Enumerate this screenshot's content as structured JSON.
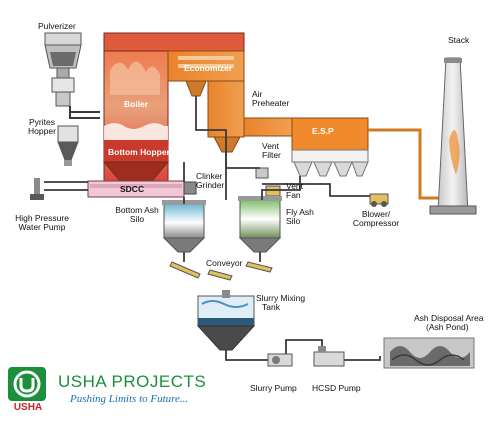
{
  "labels": {
    "pulverizer": "Pulverizer",
    "pyrites_hopper_1": "Pyrites",
    "pyrites_hopper_2": "Hopper",
    "boiler": "Boiler",
    "bottom_hopper": "Bottom Hopper",
    "economizer": "Economizer",
    "air_preheater_1": "Air",
    "air_preheater_2": "Preheater",
    "esp": "E.S.P",
    "stack": "Stack",
    "vent_filter_1": "Vent",
    "vent_filter_2": "Filter",
    "vent_fan_1": "Vent",
    "vent_fan_2": "Fan",
    "sdcc": "SDCC",
    "clinker_grinder_1": "Clinker",
    "clinker_grinder_2": "Grinder",
    "hp_water_pump_1": "High Pressure",
    "hp_water_pump_2": "Water Pump",
    "bottom_ash_silo_1": "Bottom Ash",
    "bottom_ash_silo_2": "Silo",
    "fly_ash_silo_1": "Fly Ash",
    "fly_ash_silo_2": "Silo",
    "blower_1": "Blower/",
    "blower_2": "Compressor",
    "conveyor": "Conveyor",
    "slurry_tank_1": "Slurry Mixing",
    "slurry_tank_2": "Tank",
    "ash_pond_1": "Ash Disposal Area",
    "ash_pond_2": "(Ash Pond)",
    "slurry_pump": "Slurry Pump",
    "hcsd_pump": "HCSD Pump"
  },
  "brand": {
    "name": "USHA PROJECTS",
    "tagline": "Pushing Limits to Future...",
    "logo_word": "USHA",
    "green": "#1a8f3c",
    "red": "#d21f26",
    "blue": "#1a6fb4"
  },
  "colors": {
    "pipe": "#3a3a3a",
    "flue": "#e08a2c",
    "boiler": "#e0503a",
    "water": "#5aa0d8"
  }
}
